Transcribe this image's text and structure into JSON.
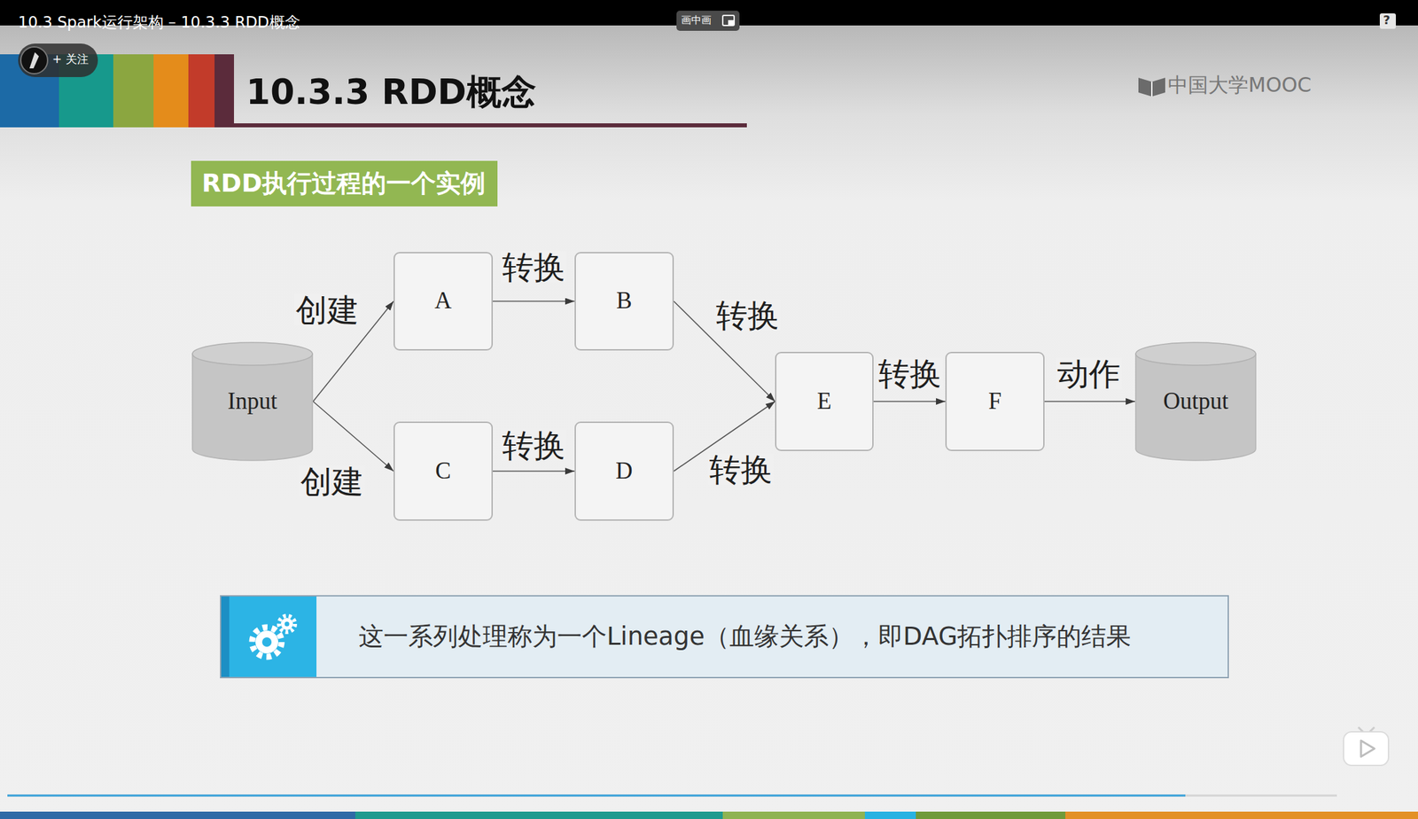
{
  "diagram": {
    "title": "10.3.3 RDD概念",
    "nodes": [
      {
        "text": [
          "RDD执行过程的一个实例"
        ]
      },
      {
        "text": [
          "Input"
        ]
      },
      {
        "text": [
          "A"
        ]
      },
      {
        "text": [
          "B"
        ]
      },
      {
        "text": [
          "C"
        ]
      },
      {
        "text": [
          "D"
        ]
      },
      {
        "text": [
          "E"
        ]
      },
      {
        "text": [
          "F"
        ]
      },
      {
        "text": [
          "Output"
        ]
      },
      {
        "text": [
          "这一系列处理称为一个Lineage（血缘关系），即DAG拓扑排序的结果"
        ]
      }
    ],
    "edges": [
      {
        "from": 1,
        "to": 2,
        "arrow": "to",
        "label": "创建"
      },
      {
        "from": 1,
        "to": 4,
        "arrow": "to",
        "label": "创建"
      },
      {
        "from": 2,
        "to": 3,
        "arrow": "to",
        "label": "转换"
      },
      {
        "from": 4,
        "to": 5,
        "arrow": "to",
        "label": "转换"
      },
      {
        "from": 3,
        "to": 6,
        "arrow": "to",
        "label": "转换"
      },
      {
        "from": 5,
        "to": 6,
        "arrow": "to",
        "label": "转换"
      },
      {
        "from": 6,
        "to": 7,
        "arrow": "to",
        "label": "转换"
      },
      {
        "from": 7,
        "to": 8,
        "arrow": "to",
        "label": "动作"
      }
    ],
    "labels": [
      "10.3 Spark运行架构 – 10.3.3 RDD概念",
      "画中画",
      "+ 关注",
      "中国大学MOOC",
      "?"
    ]
  }
}
